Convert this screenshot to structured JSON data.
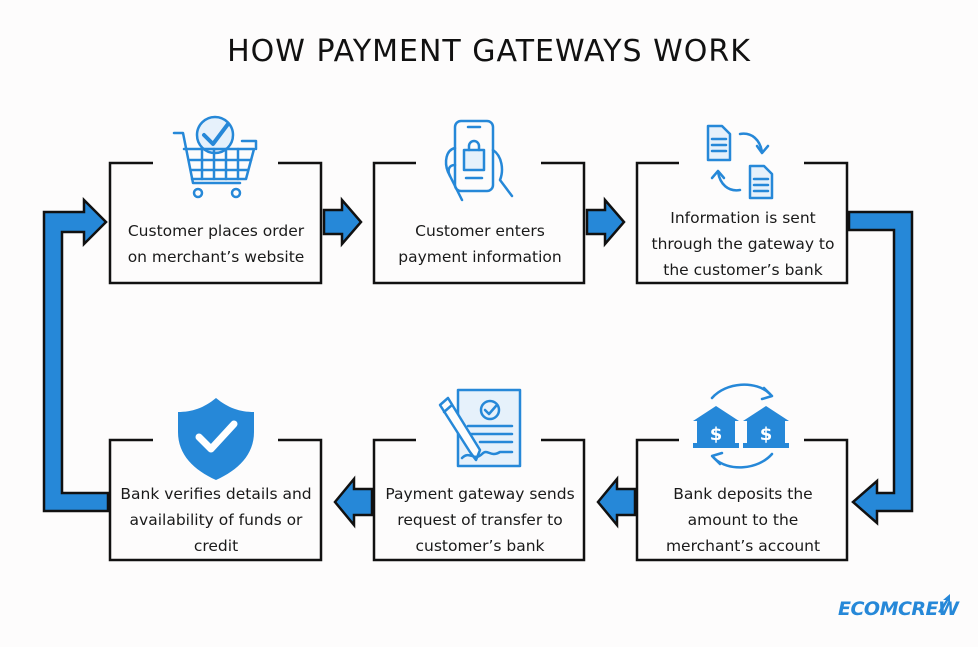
{
  "title": "HOW PAYMENT GATEWAYS WORK",
  "colors": {
    "accent": "#2688d8",
    "border": "#111111",
    "text": "#1a1a1a"
  },
  "steps": [
    {
      "icon": "shopping-cart-check-icon",
      "lines": [
        "Customer places order",
        "on merchant’s website"
      ]
    },
    {
      "icon": "smartphone-shopping-bag-icon",
      "lines": [
        "Customer enters",
        "payment information"
      ]
    },
    {
      "icon": "document-exchange-icon",
      "lines": [
        "Information is sent",
        "through the gateway to",
        "the customer’s bank"
      ]
    },
    {
      "icon": "bank-transfer-icon",
      "lines": [
        "Bank deposits the",
        "amount to the",
        "merchant’s account"
      ]
    },
    {
      "icon": "contract-signature-icon",
      "lines": [
        "Payment gateway sends",
        "request of transfer to",
        "customer’s bank"
      ]
    },
    {
      "icon": "shield-check-icon",
      "lines": [
        "Bank verifies details and",
        "availability of funds or",
        "credit"
      ]
    }
  ],
  "logo": "ECOMCREW"
}
